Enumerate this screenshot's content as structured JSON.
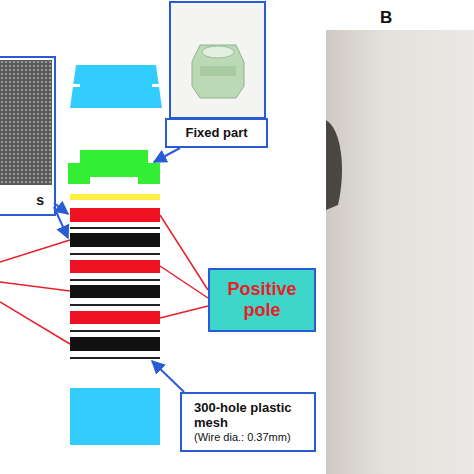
{
  "diagram": {
    "nodes": [
      {
        "text": [
          "s"
        ]
      },
      {
        "text": [
          "Fixed part"
        ]
      },
      {
        "text": [
          "Positive pole"
        ]
      },
      {
        "text": [
          "300-hole plastic mesh",
          "(Wire dia.: 0.37mm)"
        ]
      }
    ],
    "labels": [
      "B"
    ]
  }
}
